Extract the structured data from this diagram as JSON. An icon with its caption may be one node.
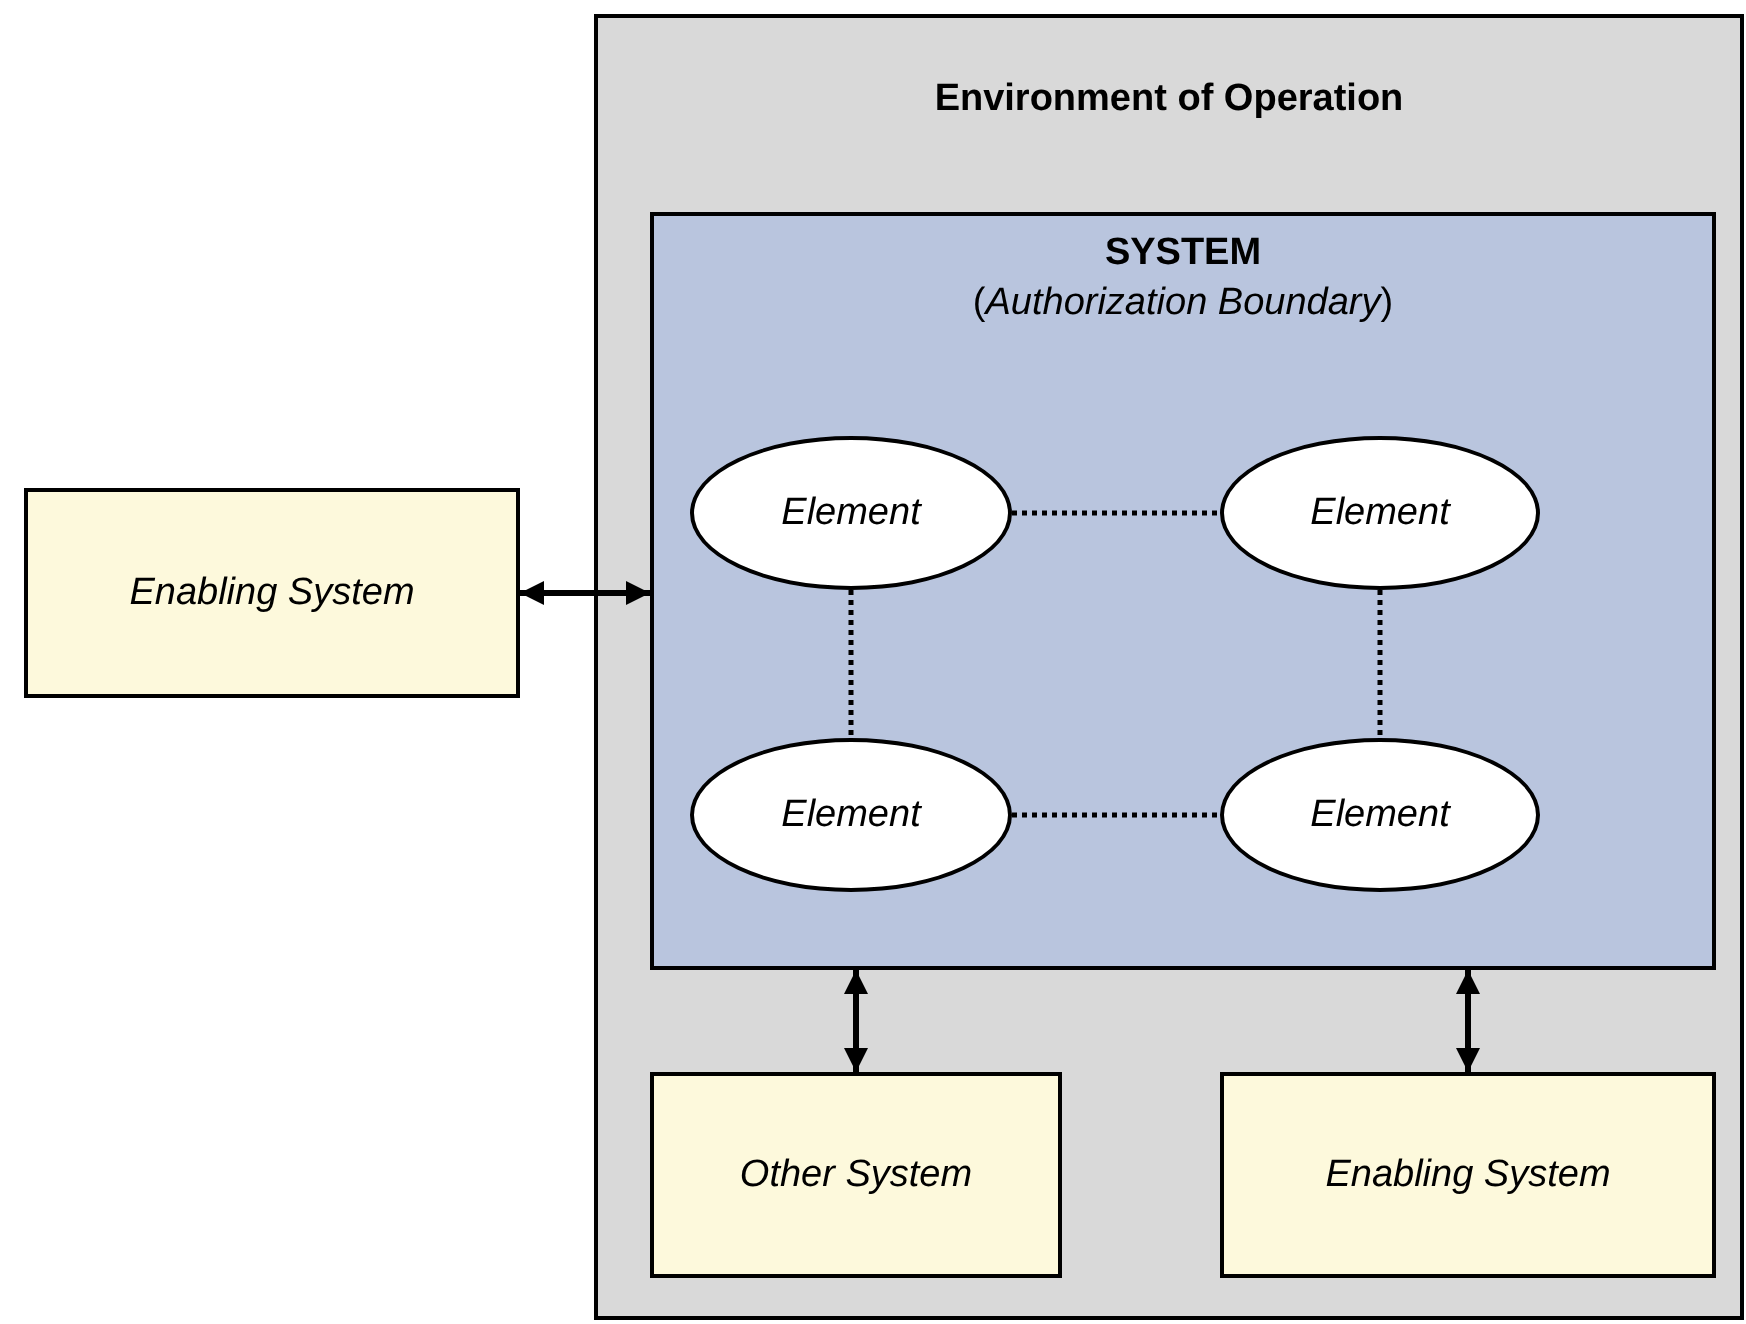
{
  "diagram": {
    "nodes": [
      {
        "text": [
          "Enabling System"
        ]
      },
      {
        "text": [
          "Environment of Operation"
        ]
      },
      {
        "text": [
          "SYSTEM",
          "(*Authorization Boundary*)"
        ],
        "in": 1
      },
      {
        "text": [
          "Element"
        ],
        "in": 2
      },
      {
        "text": [
          "Element"
        ],
        "in": 2
      },
      {
        "text": [
          "Element"
        ],
        "in": 2
      },
      {
        "text": [
          "Element"
        ],
        "in": 2
      },
      {
        "text": [
          "Other System"
        ],
        "in": 1
      },
      {
        "text": [
          "Enabling System"
        ],
        "in": 1
      }
    ],
    "edges": [
      {
        "from": 0,
        "to": 2,
        "arrow": "both"
      },
      {
        "from": 3,
        "to": 4,
        "arrow": "none",
        "style": "dashed"
      },
      {
        "from": 3,
        "to": 5,
        "arrow": "none",
        "style": "dashed"
      },
      {
        "from": 4,
        "to": 6,
        "arrow": "none",
        "style": "dashed"
      },
      {
        "from": 5,
        "to": 6,
        "arrow": "none",
        "style": "dashed"
      },
      {
        "from": 2,
        "to": 7,
        "arrow": "both"
      },
      {
        "from": 2,
        "to": 8,
        "arrow": "both"
      }
    ]
  }
}
